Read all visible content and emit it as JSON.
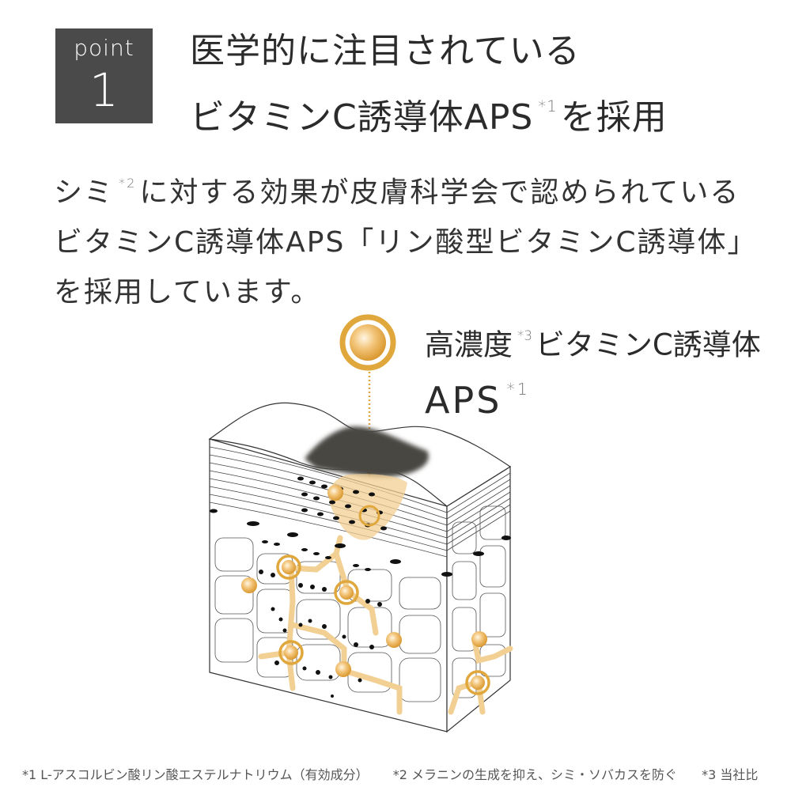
{
  "badge": {
    "label": "point",
    "number": "1",
    "color": "#4a4a4a"
  },
  "headline": {
    "line1": "医学的に注目されている",
    "line2_pre": "ビタミンC誘導体APS",
    "line2_note": "*1",
    "line2_post": "を採用"
  },
  "body": {
    "line1_pre": "シミ",
    "line1_note": "*2",
    "line1_post": "に対する効果が皮膚科学会で認められている",
    "line2": "ビタミンC誘導体APS「リン酸型ビタミンC誘導体」",
    "line3": "を採用しています。"
  },
  "illustration_label": {
    "line1_pre": "高濃度",
    "line1_note": "*3",
    "line1_post": "ビタミンC誘導体",
    "line2": "APS",
    "line2_note": "*1",
    "accent_color": "#e0a73c"
  },
  "footnotes": [
    "*1 L-アスコルビン酸リン酸エステルナトリウム（有効成分）",
    "*2 メラニンの生成を抑え、シミ・ソバカスを防ぐ",
    "*3 当社比"
  ]
}
